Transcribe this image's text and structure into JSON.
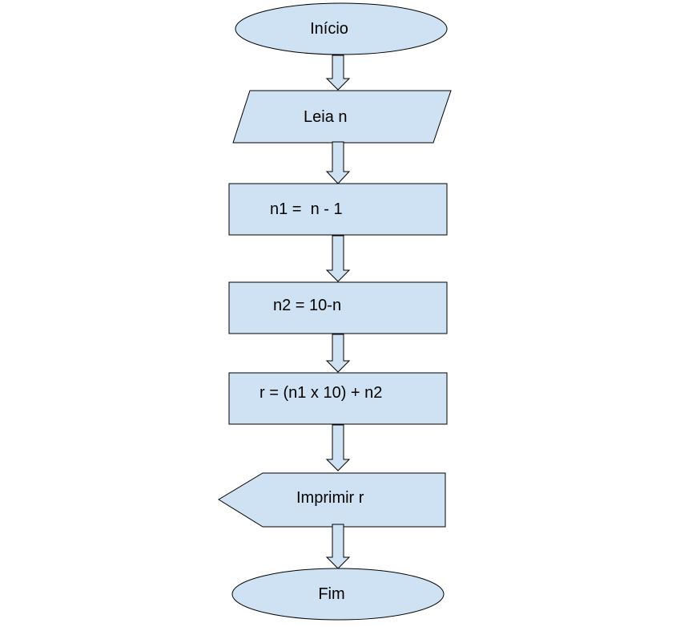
{
  "flowchart": {
    "start": {
      "label": "Início"
    },
    "input": {
      "label": "Leia n"
    },
    "process1": {
      "label": "n1 =  n - 1"
    },
    "process2": {
      "label": "n2 = 10-n"
    },
    "process3": {
      "label": "r = (n1 x 10) + n2"
    },
    "output": {
      "label": "Imprimir r"
    },
    "end": {
      "label": "Fim"
    }
  },
  "colors": {
    "fill": "#cfe2f3",
    "stroke": "#000000"
  }
}
